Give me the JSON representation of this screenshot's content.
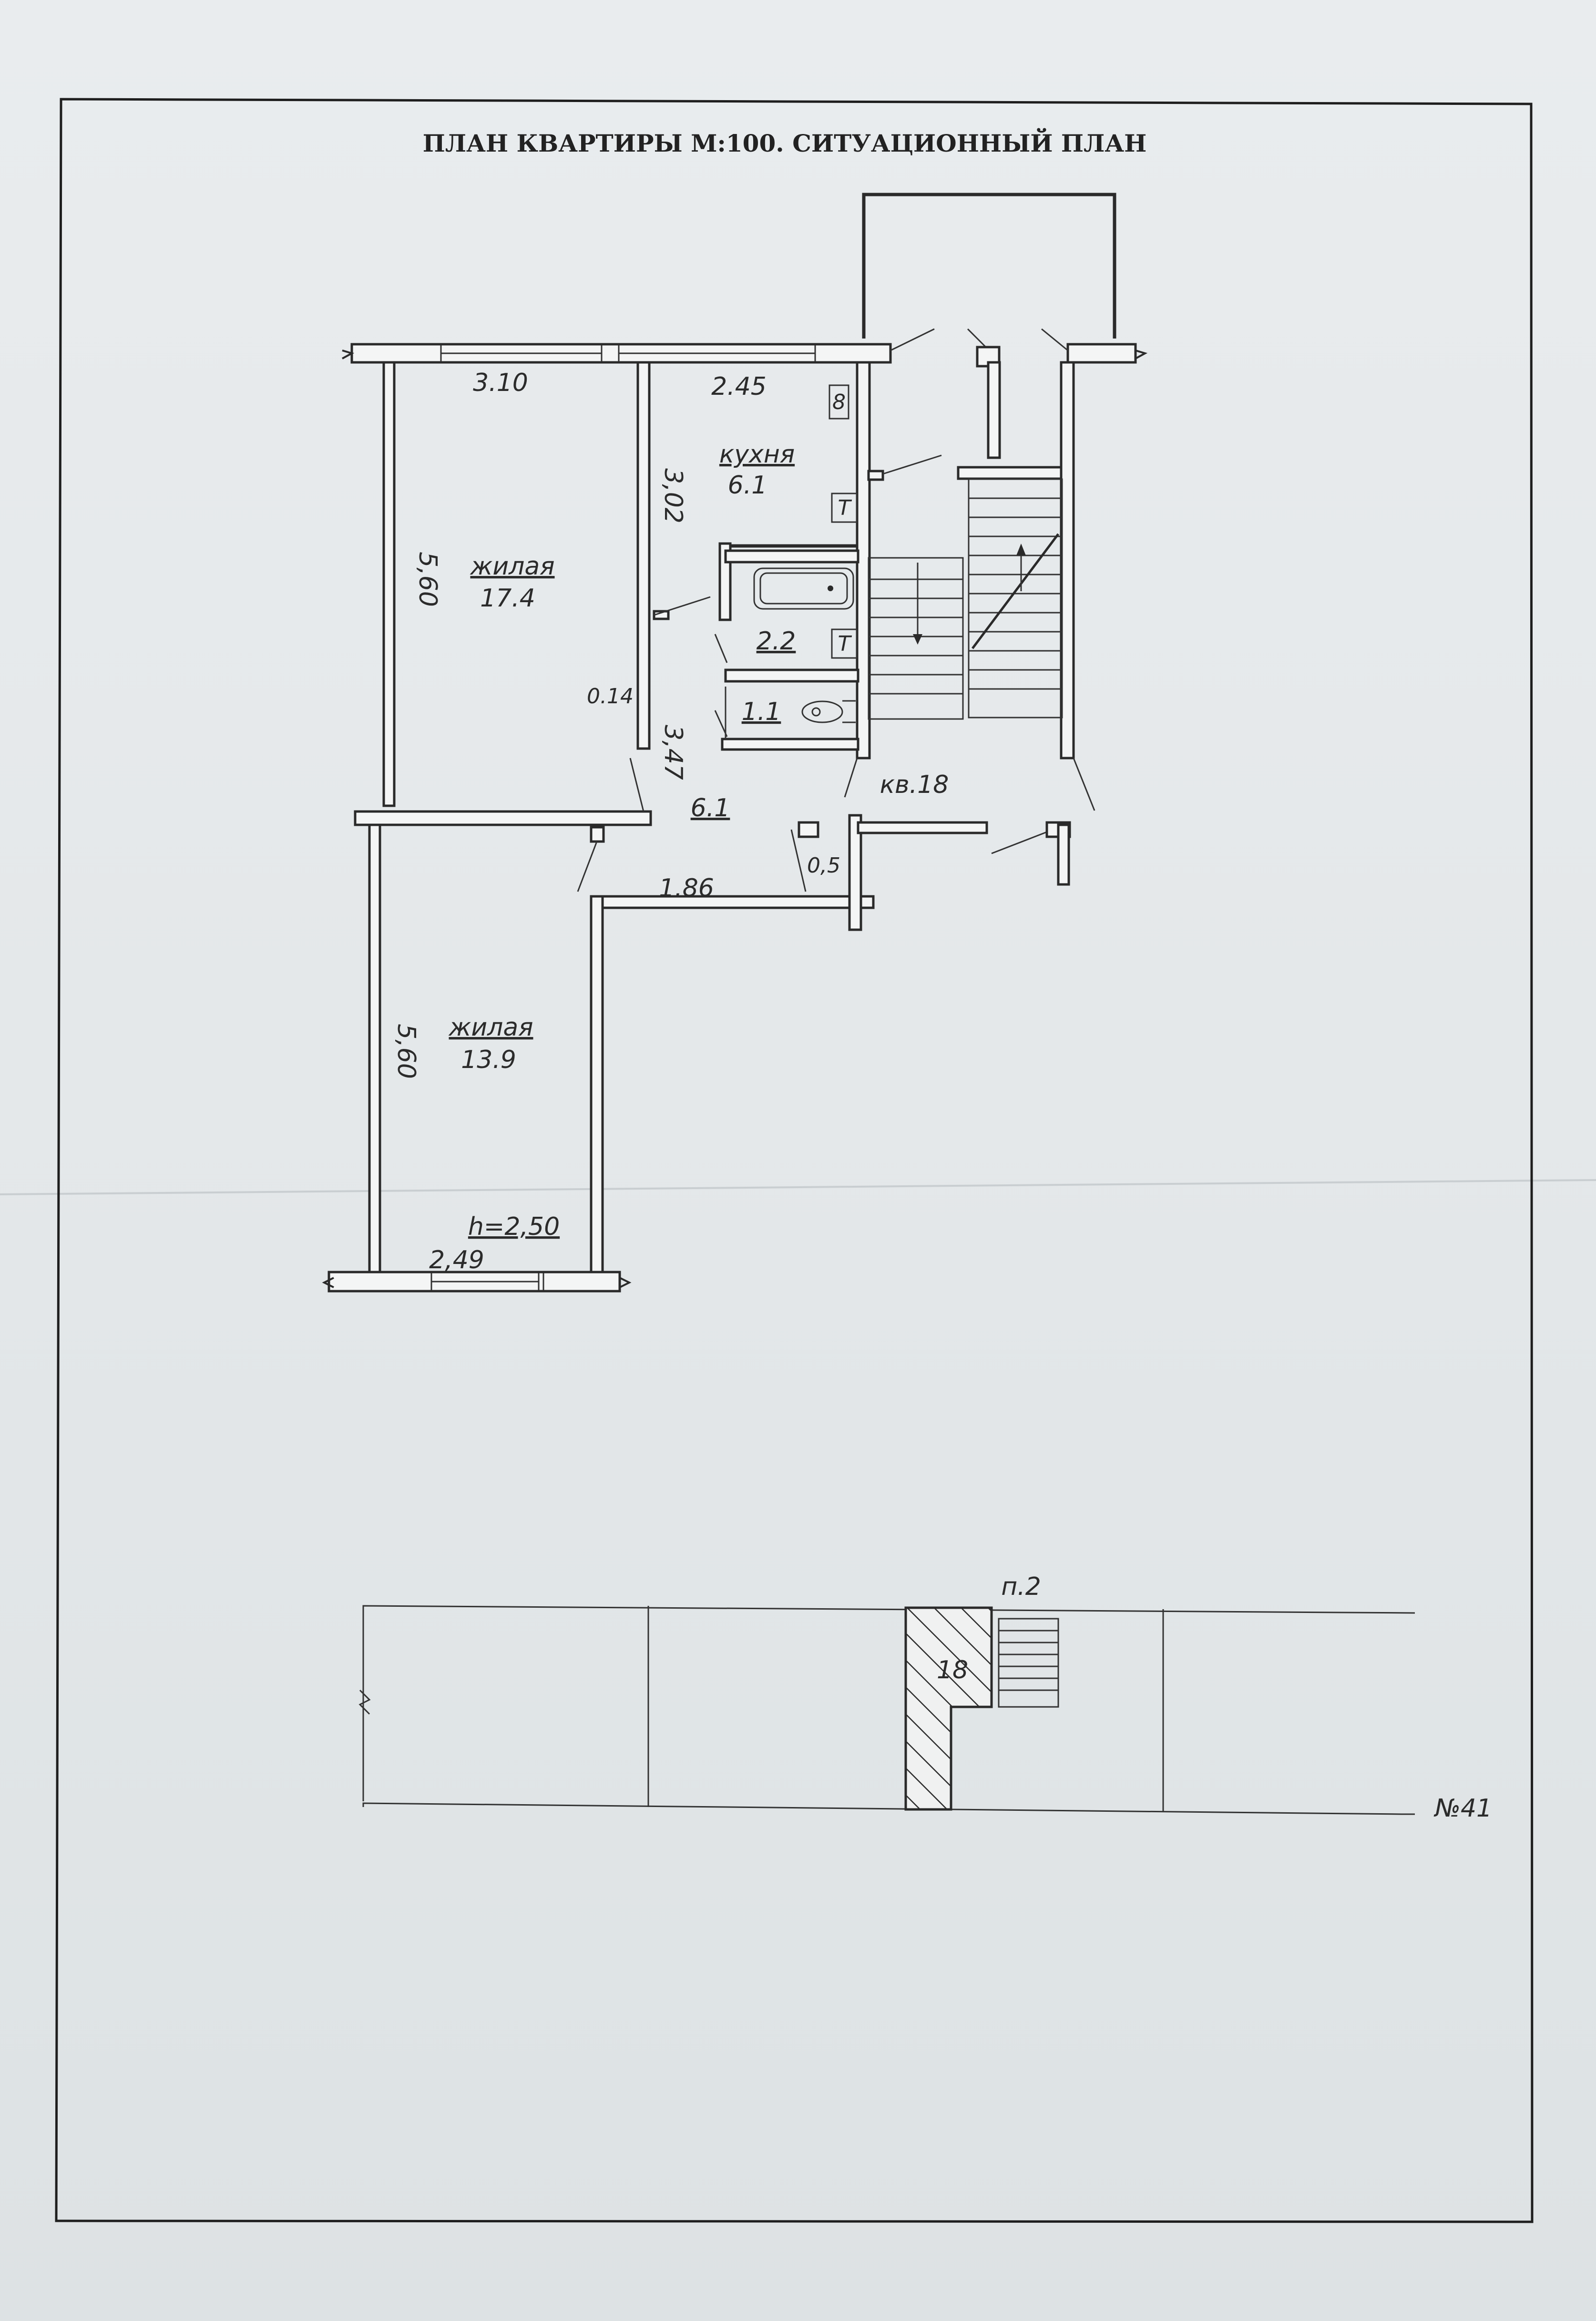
{
  "title": "ПЛАН КВАРТИРЫ М:100. СИТУАЦИОННЫЙ ПЛАН",
  "floor_plan": {
    "dimensions": {
      "top_left_width": "3.10",
      "top_mid_width": "2.45",
      "left_upper_length": "5,60",
      "mid_wall_length": "3,02",
      "partition_thickness": "0.14",
      "corridor_length": "3,47",
      "hall_width": "1.86",
      "left_lower_length": "5,60",
      "bottom_width": "2,49"
    },
    "rooms": {
      "kitchen_name": "кухня",
      "kitchen_area": "6.1",
      "living1_name": "жилая",
      "living1_area": "17.4",
      "bath_area": "2.2",
      "wc_area": "1.1",
      "hall_area": "6.1",
      "closet_area": "0,5",
      "living2_name": "жилая",
      "living2_area": "13.9"
    },
    "ceiling_height": "h=2,50",
    "apartment_label": "кв.18",
    "fixture_labels": {
      "stove_symbol": "8",
      "riser_top": "Т",
      "riser_bottom": "Т"
    }
  },
  "situation_plan": {
    "entrance_label": "п.2",
    "apartment_number": "18",
    "building_number": "№41"
  }
}
